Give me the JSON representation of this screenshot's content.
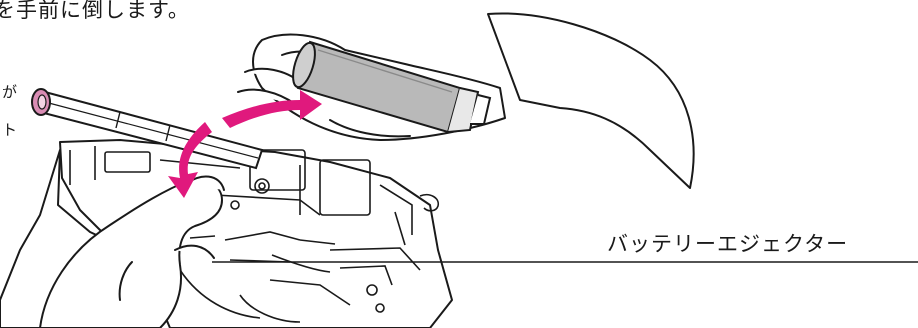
{
  "instruction": {
    "caption_text": "を手前に倒します。",
    "side_fragments": [
      "が",
      "ト"
    ]
  },
  "callout": {
    "label": "バッテリーエジェクター"
  },
  "colors": {
    "line": "#1a1a1a",
    "arrow": "#e0197d",
    "muzzle_ring": "#d98cb4"
  }
}
